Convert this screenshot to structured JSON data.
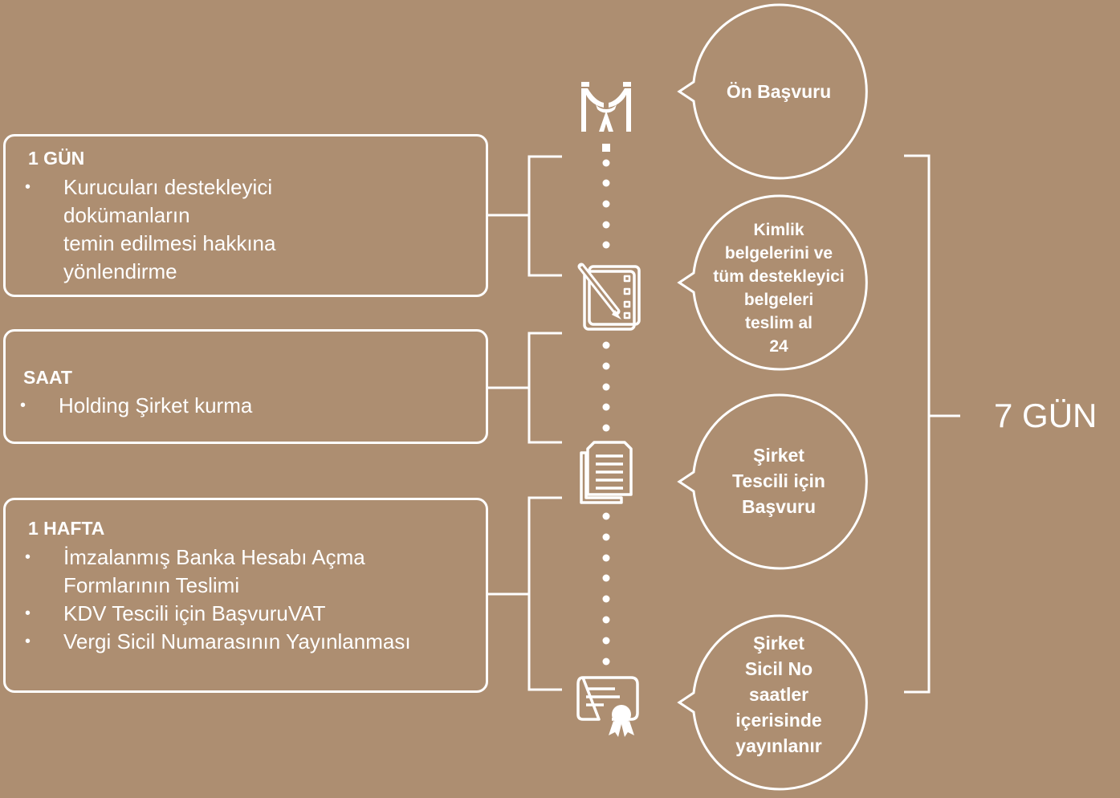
{
  "boxes": [
    {
      "title": "1 GÜN",
      "items": [
        [
          "Kurucuları destekleyici",
          "dokümanların",
          "temin edilmesi hakkına",
          "yönlendirme"
        ]
      ]
    },
    {
      "title": "SAAT",
      "items": [
        [
          "Holding Şirket kurma"
        ]
      ]
    },
    {
      "title": "1 HAFTA",
      "items": [
        [
          "İmzalanmış Banka Hesabı Açma",
          "Formlarının Teslimi"
        ],
        [
          "KDV Tescili için BaşvuruVAT"
        ],
        [
          "Vergi Sicil Numarasının Yayınlanması"
        ]
      ]
    }
  ],
  "bullet_char": "•",
  "bubbles": [
    {
      "lines": [
        "Ön Başvuru"
      ]
    },
    {
      "lines": [
        "Kimlik",
        "belgelerini ve",
        "tüm destekleyici",
        "belgeleri",
        "teslim al",
        "24"
      ]
    },
    {
      "lines": [
        "Şirket",
        "Tescili için",
        "Başvuru"
      ]
    },
    {
      "lines": [
        "Şirket",
        "Sicil No",
        "saatler",
        "içerisinde",
        "yayınlanır"
      ]
    }
  ],
  "total_duration": "7 GÜN",
  "icons": [
    "building-logo-icon",
    "checklist-pen-icon",
    "documents-icon",
    "certificate-icon"
  ],
  "colors": {
    "background": "#ad8e71",
    "foreground": "#ffffff"
  }
}
